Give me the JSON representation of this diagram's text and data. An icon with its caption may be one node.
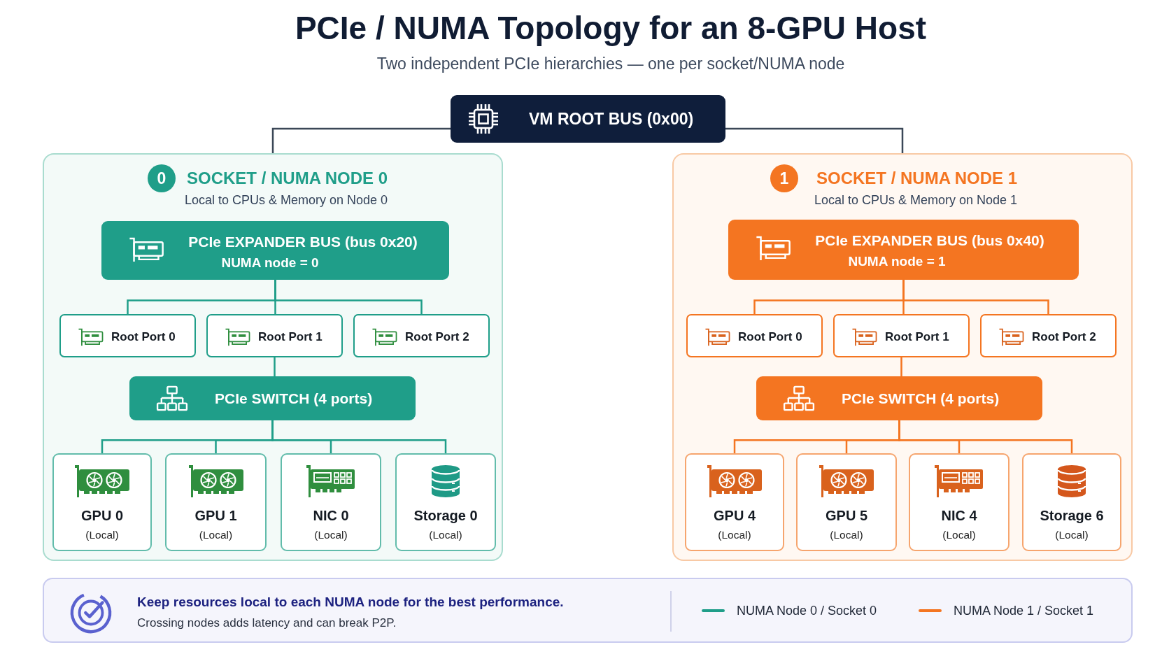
{
  "diagram": {
    "title": "PCIe / NUMA Topology for an 8-GPU Host",
    "nodes": [
      {
        "text": [
          "VM ROOT BUS (0x00)"
        ]
      },
      {
        "text": [
          "SOCKET / NUMA NODE 0",
          "Local to CPUs & Memory on Node 0"
        ]
      },
      {
        "text": [
          "0"
        ],
        "in": 1
      },
      {
        "text": [
          "PCIe EXPANDER BUS (bus 0x20)",
          "NUMA node = 0"
        ],
        "in": 1
      },
      {
        "text": [
          "Root Port 0"
        ],
        "in": 1
      },
      {
        "text": [
          "Root Port 1"
        ],
        "in": 1
      },
      {
        "text": [
          "Root Port 2"
        ],
        "in": 1
      },
      {
        "text": [
          "PCIe SWITCH (4 ports)"
        ],
        "in": 1
      },
      {
        "text": [
          "GPU 0",
          "(Local)"
        ],
        "in": 1
      },
      {
        "text": [
          "GPU 1",
          "(Local)"
        ],
        "in": 1
      },
      {
        "text": [
          "NIC 0",
          "(Local)"
        ],
        "in": 1
      },
      {
        "text": [
          "Storage 0",
          "(Local)"
        ],
        "in": 1
      },
      {
        "text": [
          "SOCKET / NUMA NODE 1",
          "Local to CPUs & Memory on Node 1"
        ]
      },
      {
        "text": [
          "1"
        ],
        "in": 12
      },
      {
        "text": [
          "PCIe EXPANDER BUS (bus 0x40)",
          "NUMA node = 1"
        ],
        "in": 12
      },
      {
        "text": [
          "Root Port 0"
        ],
        "in": 12
      },
      {
        "text": [
          "Root Port 1"
        ],
        "in": 12
      },
      {
        "text": [
          "Root Port 2"
        ],
        "in": 12
      },
      {
        "text": [
          "PCIe SWITCH (4 ports)"
        ],
        "in": 12
      },
      {
        "text": [
          "GPU 4",
          "(Local)"
        ],
        "in": 12
      },
      {
        "text": [
          "GPU 5",
          "(Local)"
        ],
        "in": 12
      },
      {
        "text": [
          "NIC 4",
          "(Local)"
        ],
        "in": 12
      },
      {
        "text": [
          "Storage 6",
          "(Local)"
        ],
        "in": 12
      },
      {
        "text": [
          "Keep resources local to each NUMA node for the best performance.",
          "Crossing nodes adds latency and can break P2P."
        ]
      }
    ],
    "edges": [
      {
        "from": 0,
        "to": 1,
        "arrow": "none",
        "color": "#3b4757"
      },
      {
        "from": 0,
        "to": 12,
        "arrow": "none",
        "color": "#3b4757"
      },
      {
        "from": 3,
        "to": 4,
        "arrow": "none",
        "color": "#1f9e89"
      },
      {
        "from": 3,
        "to": 5,
        "arrow": "none",
        "color": "#1f9e89"
      },
      {
        "from": 3,
        "to": 6,
        "arrow": "none",
        "color": "#1f9e89"
      },
      {
        "from": 5,
        "to": 7,
        "arrow": "none",
        "color": "#1f9e89"
      },
      {
        "from": 7,
        "to": 8,
        "arrow": "none",
        "color": "#1f9e89"
      },
      {
        "from": 7,
        "to": 9,
        "arrow": "none",
        "color": "#1f9e89"
      },
      {
        "from": 7,
        "to": 10,
        "arrow": "none",
        "color": "#1f9e89"
      },
      {
        "from": 7,
        "to": 11,
        "arrow": "none",
        "color": "#1f9e89"
      },
      {
        "from": 14,
        "to": 15,
        "arrow": "none",
        "color": "#f47521"
      },
      {
        "from": 14,
        "to": 16,
        "arrow": "none",
        "color": "#f47521"
      },
      {
        "from": 14,
        "to": 17,
        "arrow": "none",
        "color": "#f47521"
      },
      {
        "from": 16,
        "to": 18,
        "arrow": "none",
        "color": "#f47521"
      },
      {
        "from": 18,
        "to": 19,
        "arrow": "none",
        "color": "#f47521"
      },
      {
        "from": 18,
        "to": 20,
        "arrow": "none",
        "color": "#f47521"
      },
      {
        "from": 18,
        "to": 21,
        "arrow": "none",
        "color": "#f47521"
      },
      {
        "from": 18,
        "to": 22,
        "arrow": "none",
        "color": "#f47521"
      }
    ],
    "labels": [
      "Two independent PCIe hierarchies — one per socket/NUMA node"
    ],
    "legend": [
      {
        "text": "NUMA Node 0 / Socket 0",
        "color": "#1f9e89"
      },
      {
        "text": "NUMA Node 1 / Socket 1",
        "color": "#f47521"
      }
    ]
  }
}
